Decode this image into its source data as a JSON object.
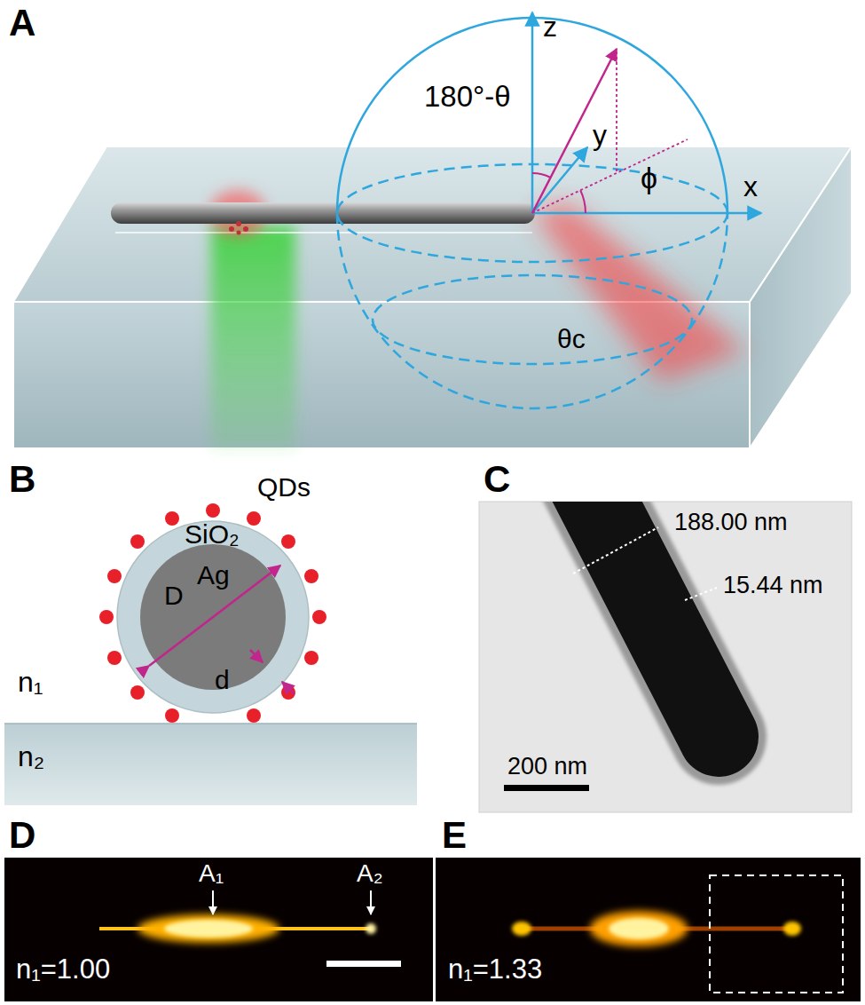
{
  "diagram": {
    "labels": [
      "A",
      "z",
      "180°-θ",
      "y",
      "ϕ",
      "x",
      "θc",
      "B",
      "QDs",
      "SiO₂",
      "Ag",
      "D",
      "d",
      "n₁",
      "n₂",
      "C",
      "188.00 nm",
      "15.44 nm",
      "200 nm",
      "D",
      "A₁",
      "A₂",
      "n₁=1.00",
      "E",
      "n₁=1.33"
    ]
  }
}
